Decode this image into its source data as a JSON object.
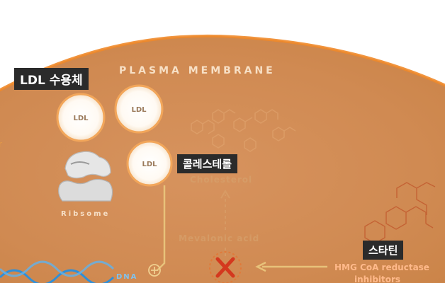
{
  "labels": {
    "ldl_receptor": "LDL 수용체",
    "plasma_membrane": "PLASMA MEMBRANE",
    "cholesterol_ko": "콜레스테롤",
    "statin_ko": "스타틴"
  },
  "ldl_particles": [
    "LDL",
    "LDL",
    "LDL"
  ],
  "ribosome_label": "Ribsome",
  "pathway": {
    "cholesterol": "Cholesterol",
    "mevalonic_acid": "Mevalonic acid",
    "hmg_coa_line1": "HMG CoA reductase",
    "hmg_coa_line2": "inhibitors",
    "dna": "DNA"
  },
  "colors": {
    "cell_orange": "#d9935a",
    "membrane_edge": "#f08a2a",
    "badge_bg": "#2b2b2b",
    "ldl_ring": "#f2a65a",
    "inhibit_red": "#d4381e",
    "dna_blue": "#2f8fd8"
  },
  "icons": {
    "ribosome": "ribosome-icon",
    "block": "x-block-icon",
    "plus": "plus-circle-icon",
    "arrow": "arrow-left-icon"
  }
}
